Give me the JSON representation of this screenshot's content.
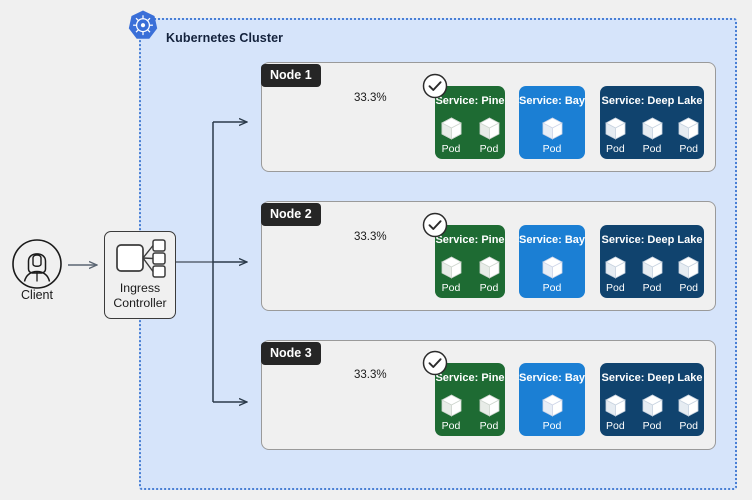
{
  "diagram": {
    "background_color": "#f0f0f0",
    "client": {
      "label": "Client",
      "icon": "user-avatar-icon"
    },
    "ingress": {
      "label_line1": "Ingress",
      "label_line2": "Controller",
      "icon": "load-balancer-icon"
    },
    "cluster": {
      "title": "Kubernetes Cluster",
      "logo_icon": "kubernetes-helm-icon",
      "border_color": "#4a7fd4",
      "fill_color": "#d6e4fa"
    },
    "traffic_split_label": "33.3%",
    "status_icon": "check-circle-icon",
    "nodes": [
      {
        "label": "Node 1"
      },
      {
        "label": "Node 2"
      },
      {
        "label": "Node 3"
      }
    ],
    "services": [
      {
        "name": "Service: Pine",
        "color": "#1e6b33",
        "pods": [
          {
            "label": "Pod"
          },
          {
            "label": "Pod"
          }
        ]
      },
      {
        "name": "Service: Bay",
        "color": "#1b7fd4",
        "pods": [
          {
            "label": "Pod"
          }
        ]
      },
      {
        "name": "Service: Deep Lake",
        "color": "#10436e",
        "pods": [
          {
            "label": "Pod"
          },
          {
            "label": "Pod"
          },
          {
            "label": "Pod"
          }
        ]
      }
    ]
  }
}
